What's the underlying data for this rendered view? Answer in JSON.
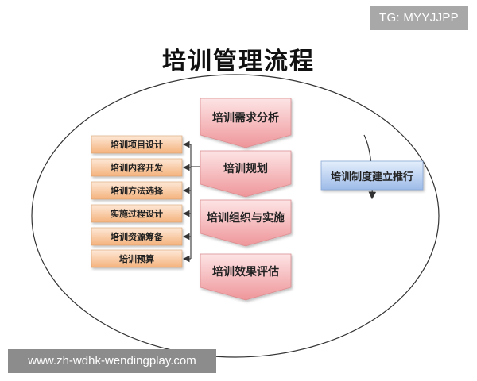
{
  "watermark_tag": "TG: MYYJJPP",
  "title": "培训管理流程",
  "main_steps": [
    "培训需求分析",
    "培训规划",
    "培训组织与实施",
    "培训效果评估"
  ],
  "planning_items": [
    "培训项目设计",
    "培训内容开发",
    "培训方法选择",
    "实施过程设计",
    "培训资源筹备",
    "培训预算"
  ],
  "side_box": "培训制度建立推行",
  "url_bar": "www.zh-wdhk-wendingplay.com",
  "colors": {
    "main_step_fill": "#f2a5a8",
    "planning_item_fill": "#f6c49a",
    "side_box_fill": "#aac4ec",
    "outline": "#333333"
  }
}
